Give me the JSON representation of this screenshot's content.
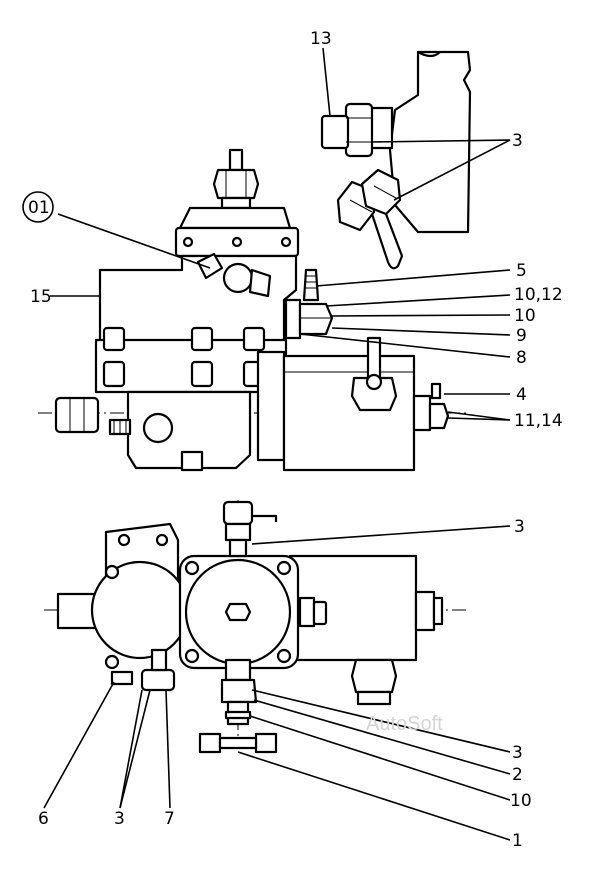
{
  "labels": {
    "l13": "13",
    "l3_top": "3",
    "l01": "01",
    "l15": "15",
    "l5": "5",
    "l10_12": "10,12",
    "l10_top": "10",
    "l9": "9",
    "l8": "8",
    "l4": "4",
    "l11_14": "11,14",
    "l3_mid": "3",
    "l3_bot": "3",
    "l2": "2",
    "l10_bot": "10",
    "l1": "1",
    "l6": "6",
    "l3_left": "3",
    "l7": "7"
  },
  "watermark": "AutoSoft"
}
